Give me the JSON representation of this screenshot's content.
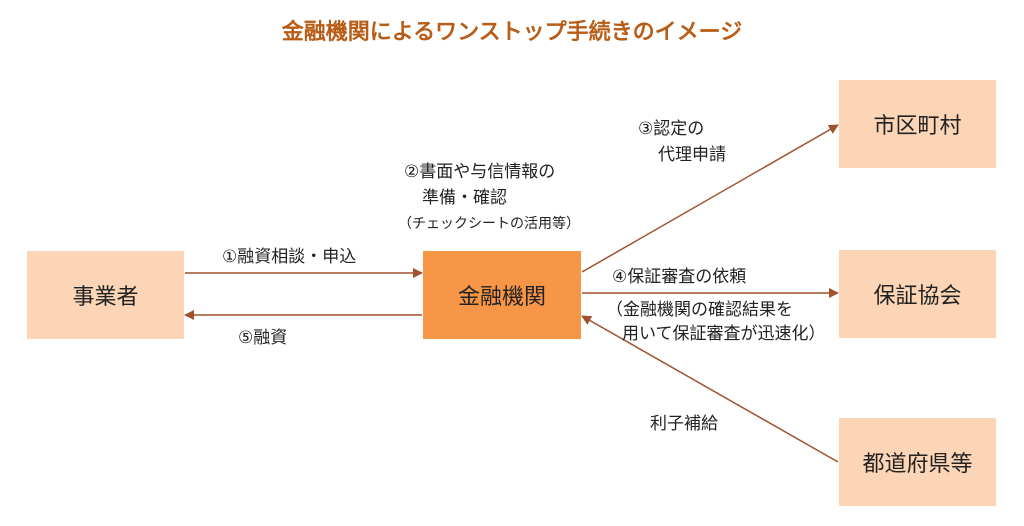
{
  "title": "金融機関によるワンストップ手続きのイメージ",
  "nodes": {
    "business": "事業者",
    "bank": "金融機関",
    "municipality": "市区町村",
    "guarantee_assoc": "保証協会",
    "prefecture": "都道府県等"
  },
  "edges": {
    "step1": "①融資相談・申込",
    "step2_line1": "②書面や与信情報の",
    "step2_line2": "準備・確認",
    "step2_note": "（チェックシートの活用等）",
    "step3_line1": "③認定の",
    "step3_line2": "代理申請",
    "step4": "④保証審査の依頼",
    "step4_note_line1": "（金融機関の確認結果を",
    "step4_note_line2": "用いて保証審査が迅速化）",
    "step5": "⑤融資",
    "interest_subsidy": "利子補給"
  },
  "colors": {
    "title": "#b85c16",
    "node_fill": "#fbd5b5",
    "center_fill": "#f79646",
    "arrow": "#a0522d"
  }
}
